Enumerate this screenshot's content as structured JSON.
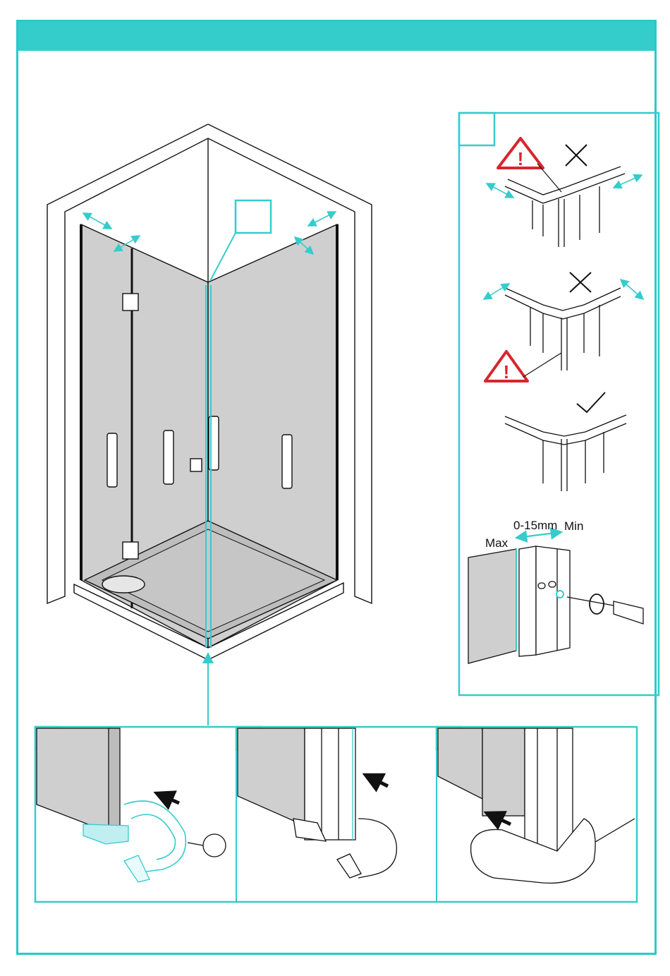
{
  "colors": {
    "accent": "#35cccc",
    "glass": "#cfcfd0",
    "warning": "#d7262c",
    "line": "#111111"
  },
  "icons": [
    "warning-triangle-icon",
    "cross-mark-icon",
    "check-mark-icon",
    "arrow-icon",
    "rotate-icon"
  ],
  "adjustment": {
    "range_label": "0-15mm",
    "max_label": "Max",
    "min_label": "Min"
  }
}
